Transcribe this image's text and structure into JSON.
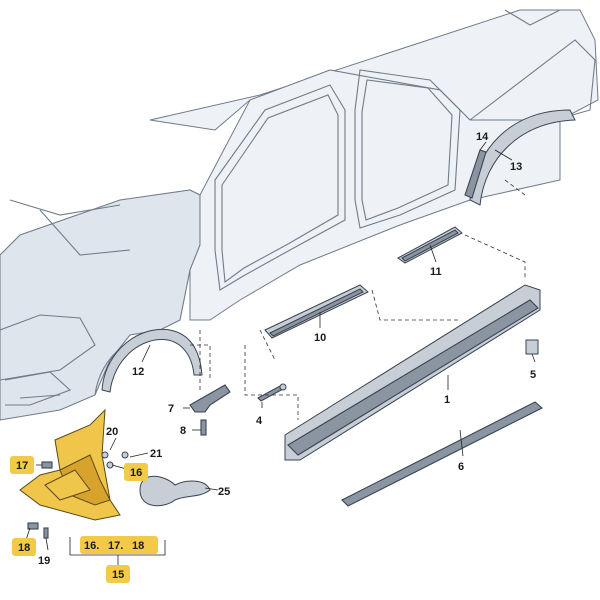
{
  "callouts": {
    "c1": "1",
    "c4": "4",
    "c5": "5",
    "c6": "6",
    "c7": "7",
    "c8": "8",
    "c10": "10",
    "c11": "11",
    "c12": "12",
    "c13": "13",
    "c14": "14",
    "c15": "15",
    "c16a": "16",
    "c16b": "16.",
    "c17a": "17",
    "c17b": "17.",
    "c18a": "18",
    "c18b": "18",
    "c19": "19",
    "c20": "20",
    "c21": "21",
    "c25": "25"
  },
  "colors": {
    "highlight": "#f3c948",
    "body_fill": "#dfe5ec",
    "part_fill": "#8a95a1",
    "outline": "#3a4452"
  }
}
